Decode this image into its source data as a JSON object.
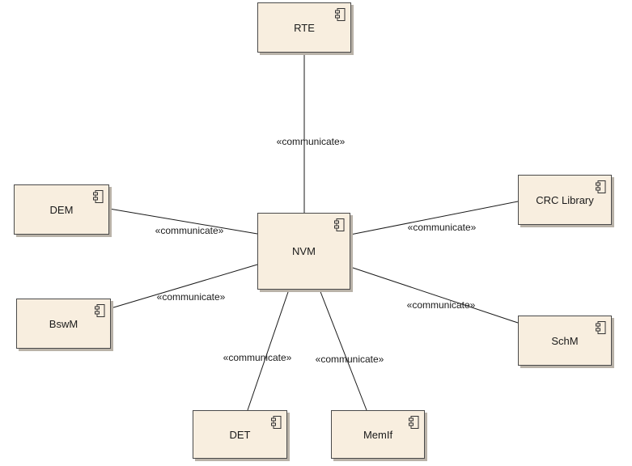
{
  "components": [
    {
      "id": "rte",
      "label": "RTE"
    },
    {
      "id": "dem",
      "label": "DEM"
    },
    {
      "id": "crc",
      "label": "CRC Library"
    },
    {
      "id": "nvm",
      "label": "NVM"
    },
    {
      "id": "bswm",
      "label": "BswM"
    },
    {
      "id": "schm",
      "label": "SchM"
    },
    {
      "id": "det",
      "label": "DET"
    },
    {
      "id": "memif",
      "label": "MemIf"
    }
  ],
  "connections": [
    {
      "from": "nvm",
      "to": "rte",
      "label": "«communicate»"
    },
    {
      "from": "nvm",
      "to": "dem",
      "label": "«communicate»"
    },
    {
      "from": "nvm",
      "to": "crc",
      "label": "«communicate»"
    },
    {
      "from": "nvm",
      "to": "bswm",
      "label": "«communicate»"
    },
    {
      "from": "nvm",
      "to": "schm",
      "label": "«communicate»"
    },
    {
      "from": "nvm",
      "to": "det",
      "label": "«communicate»"
    },
    {
      "from": "nvm",
      "to": "memif",
      "label": "«communicate»"
    }
  ],
  "colors": {
    "node_fill": "#f8eedf",
    "line": "#1a1a1a"
  },
  "icon": "component-icon"
}
